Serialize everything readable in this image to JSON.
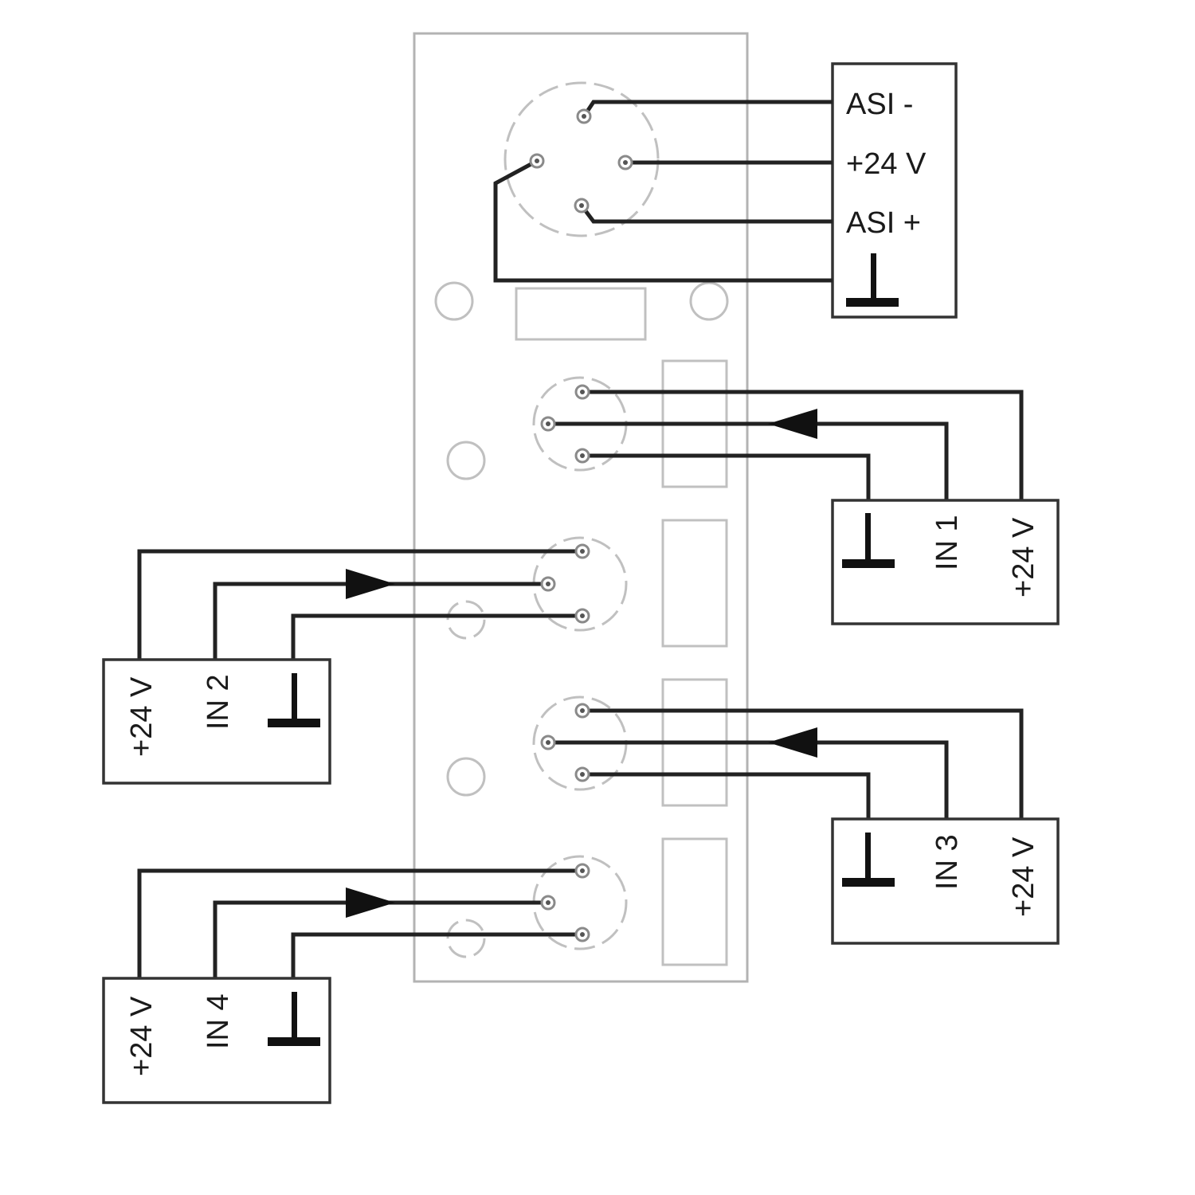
{
  "asi_module": {
    "labels": [
      "ASI -",
      "+24 V",
      "ASI +"
    ],
    "has_ground_symbol": true
  },
  "sensors": [
    {
      "id": "in1",
      "labels": [
        "IN 1",
        "+24 V"
      ],
      "side": "right"
    },
    {
      "id": "in2",
      "labels": [
        "+24 V",
        "IN 2"
      ],
      "side": "left"
    },
    {
      "id": "in3",
      "labels": [
        "IN 3",
        "+24 V"
      ],
      "side": "right"
    },
    {
      "id": "in4",
      "labels": [
        "+24 V",
        "IN 4"
      ],
      "side": "left"
    }
  ],
  "colors": {
    "wire": "#222222",
    "housing": "#b3b3b3",
    "box_border": "#333333"
  }
}
